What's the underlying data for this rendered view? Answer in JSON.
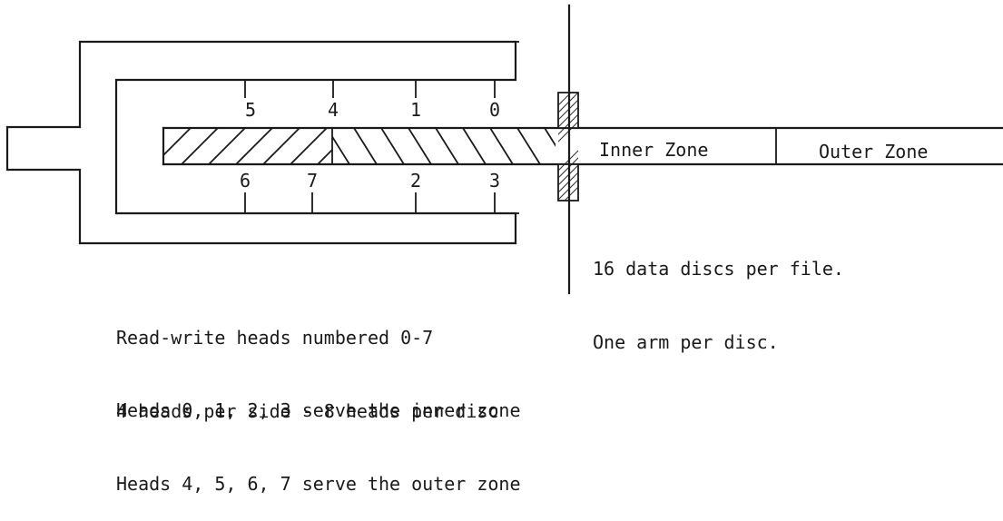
{
  "heads": {
    "top": [
      "5",
      "4",
      "1",
      "0"
    ],
    "bottom": [
      "6",
      "7",
      "2",
      "3"
    ]
  },
  "zones": {
    "inner": "Inner Zone",
    "outer": "Outer Zone"
  },
  "disc_note": {
    "line1": "16 data discs per file.",
    "line2": "One arm per disc."
  },
  "heads_note": {
    "line1": "Read-write heads numbered 0-7",
    "line2": "4 heads per side - 8 heads per disc"
  },
  "zone_note": {
    "line1": "Heads 0, 1, 2, 3 serve the inner zone",
    "line2": "Heads 4, 5, 6, 7 serve the outer zone"
  }
}
